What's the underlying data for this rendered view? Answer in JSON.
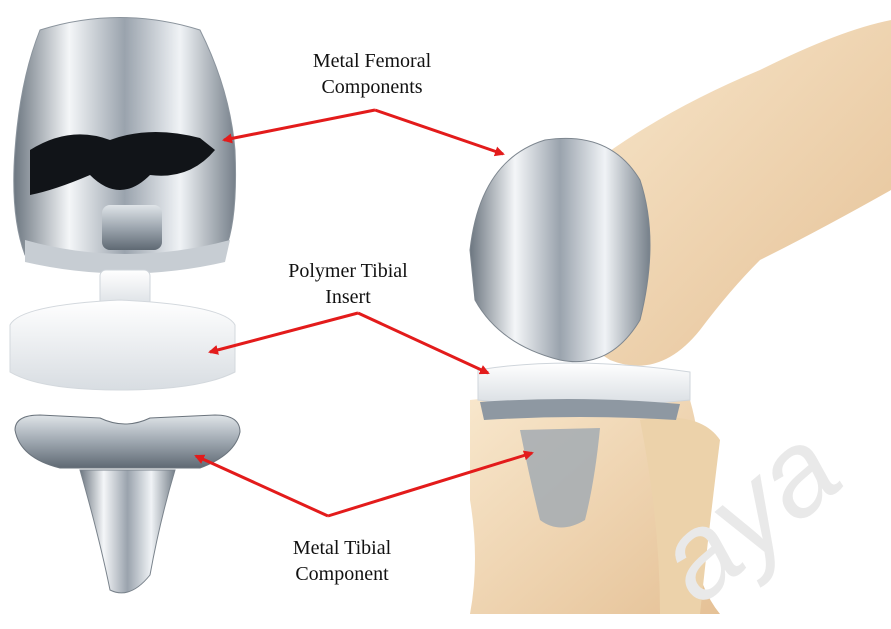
{
  "labels": {
    "femoral_line1": "Metal Femoral",
    "femoral_line2": "Components",
    "insert_line1": "Polymer Tibial",
    "insert_line2": "Insert",
    "tibial_line1": "Metal Tibial",
    "tibial_line2": "Component"
  },
  "watermark": "aya",
  "colors": {
    "arrow": "#e31b1b",
    "metal_light": "#eef1f4",
    "metal_dark": "#5d6670",
    "polymer": "#f2f3f5",
    "bone": "#f2d9b3"
  }
}
